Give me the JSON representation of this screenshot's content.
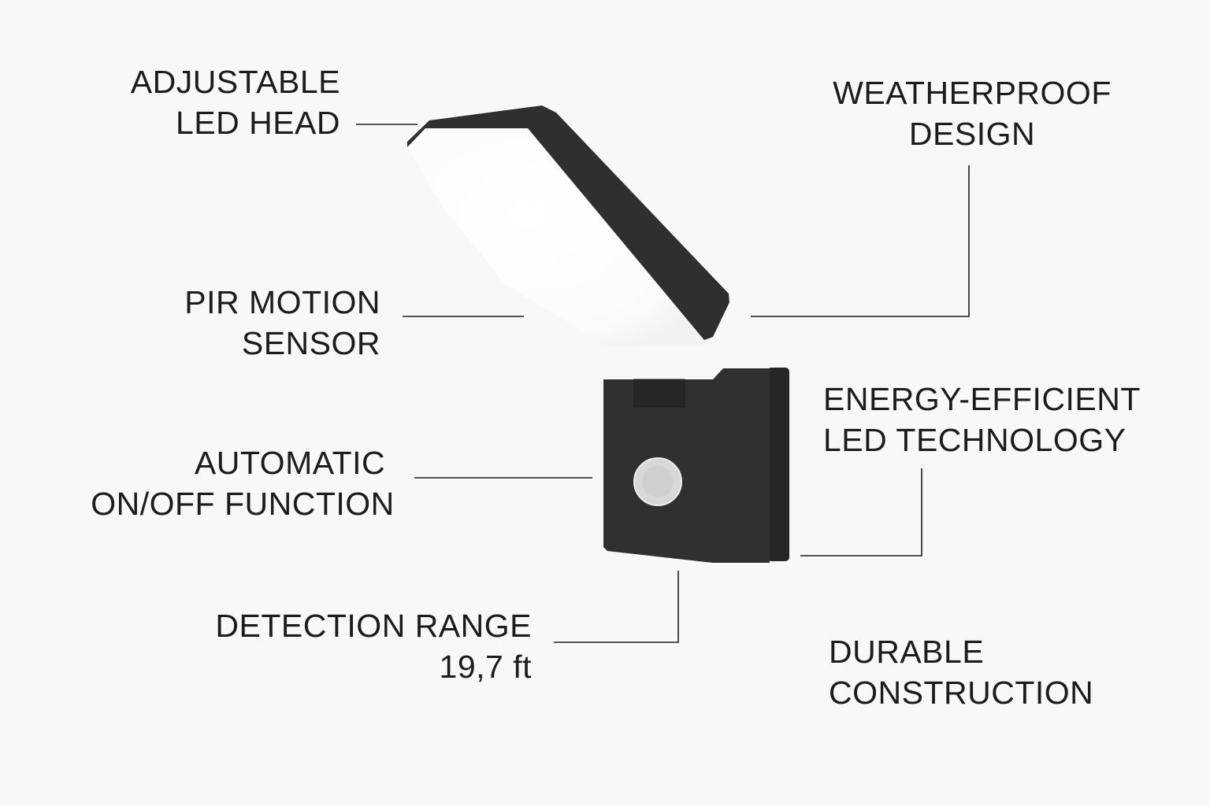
{
  "labels": {
    "adjustable": [
      "ADJUSTABLE",
      "LED HEAD"
    ],
    "pir": [
      "PIR MOTION",
      "SENSOR"
    ],
    "automatic": [
      "AUTOMATIC",
      "ON/OFF FUNCTION"
    ],
    "detection": [
      "DETECTION RANGE",
      "19,7 ft"
    ],
    "weatherproof": [
      "WEATHERPROOF",
      "DESIGN"
    ],
    "energy": [
      "ENERGY-EFFICIENT",
      "LED TECHNOLOGY"
    ],
    "durable": [
      "DURABLE",
      "CONSTRUCTION"
    ]
  },
  "colors": {
    "background": "#f8f8f8",
    "housing": "#2e2e2e",
    "text": "#1c1c1c"
  }
}
